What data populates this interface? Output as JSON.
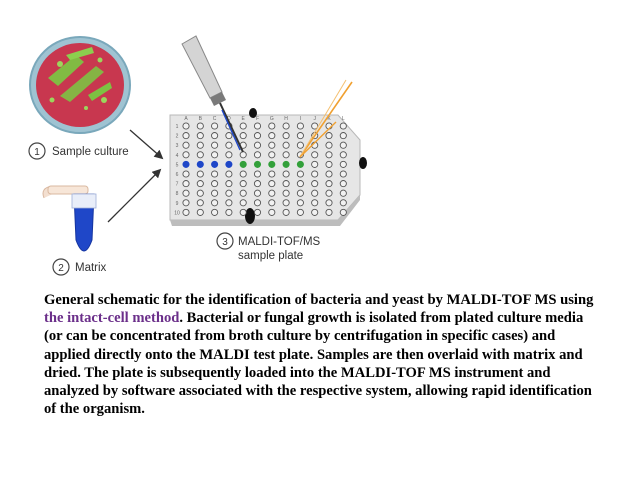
{
  "figure": {
    "labels": {
      "sample_culture": {
        "num": "1",
        "text": "Sample culture"
      },
      "matrix": {
        "num": "2",
        "text": "Matrix"
      },
      "plate": {
        "num": "3",
        "line1": "MALDI-TOF/MS",
        "line2": "sample plate"
      }
    },
    "plate": {
      "columns": [
        "A",
        "B",
        "C",
        "D",
        "E",
        "F",
        "G",
        "H",
        "I",
        "J",
        "K",
        "L"
      ],
      "rows": [
        "1",
        "2",
        "3",
        "4",
        "5",
        "6",
        "7",
        "8",
        "9",
        "10"
      ],
      "loaded_row_index": 4,
      "blue_columns": [
        0,
        1,
        2,
        3
      ],
      "green_columns": [
        4,
        5,
        6,
        7,
        8
      ]
    },
    "colors": {
      "agar": "#c8374f",
      "colony": "#7dc242",
      "dish_rim": "#8fb8c8",
      "matrix_blue": "#1f47c8",
      "spot_green": "#33a03a",
      "laser": "#f0a030",
      "plate": "#e8e8e8"
    },
    "icons": [
      "petri-dish-icon",
      "matrix-tube-icon",
      "pipette-icon",
      "arrow-icon",
      "laser-icon"
    ]
  },
  "caption": {
    "part1": "General schematic for the identification of bacteria and yeast by MALDI-TOF MS using ",
    "link": "the intact-cell method",
    "part2": ". Bacterial or fungal growth is isolated from plated culture media (or can be concentrated from broth culture by centrifugation in specific cases) and applied directly onto the MALDI test plate. Samples are then overlaid with matrix and dried. The plate is subsequently loaded into the MALDI-TOF MS instrument and analyzed by software associated with the respective system, allowing rapid identification of the organism."
  }
}
